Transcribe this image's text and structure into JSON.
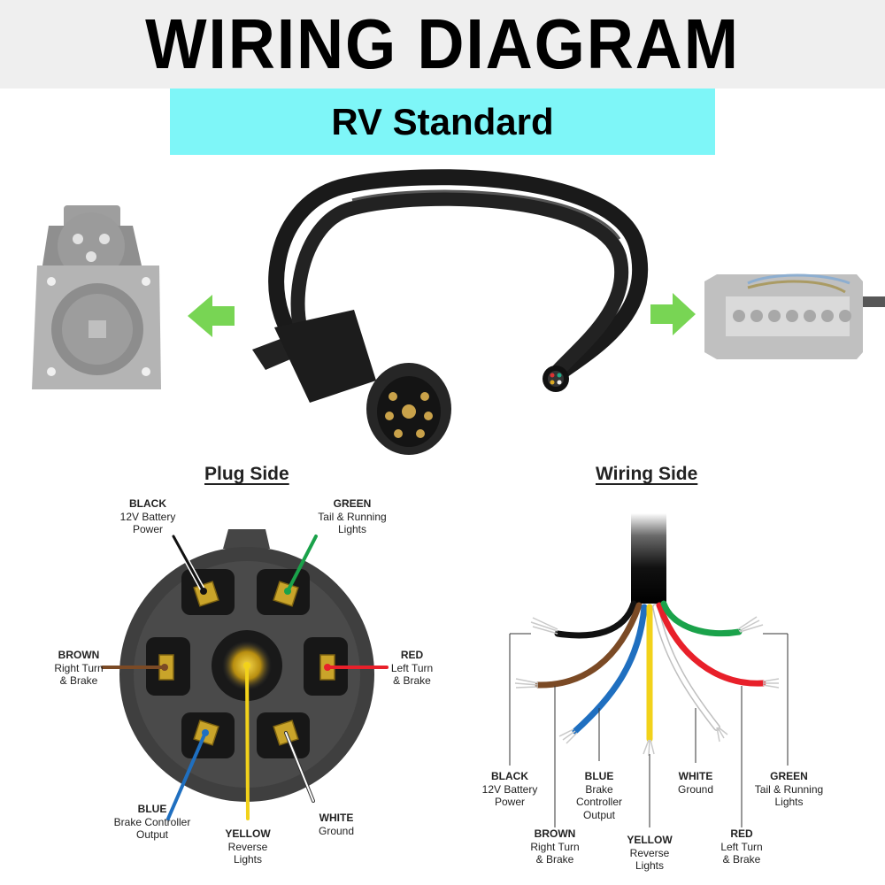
{
  "header": {
    "title": "WIRING DIAGRAM",
    "subtitle": "RV Standard"
  },
  "colors": {
    "subtitle_bg": "#7ef6f8",
    "arrow": "#6ed24b",
    "black": "#111111",
    "green": "#1aa24a",
    "brown": "#7b4a25",
    "red": "#e8202a",
    "blue": "#1f6fc0",
    "yellow": "#f2d21a",
    "white": "#ffffff"
  },
  "plug_side": {
    "heading": "Plug Side",
    "pins": {
      "black": {
        "name": "BLACK",
        "desc": [
          "12V Battery",
          "Power"
        ]
      },
      "green": {
        "name": "GREEN",
        "desc": [
          "Tail & Running",
          "Lights"
        ]
      },
      "brown": {
        "name": "BROWN",
        "desc": [
          "Right Turn",
          "& Brake"
        ]
      },
      "red": {
        "name": "RED",
        "desc": [
          "Left Turn",
          "& Brake"
        ]
      },
      "blue": {
        "name": "BLUE",
        "desc": [
          "Brake Controller",
          "Output"
        ]
      },
      "yellow": {
        "name": "YELLOW",
        "desc": [
          "Reverse",
          "Lights"
        ]
      },
      "white": {
        "name": "WHITE",
        "desc": [
          "Ground"
        ]
      }
    }
  },
  "wiring_side": {
    "heading": "Wiring Side",
    "wires": {
      "black": {
        "name": "BLACK",
        "desc": [
          "12V Battery",
          "Power"
        ]
      },
      "brown": {
        "name": "BROWN",
        "desc": [
          "Right Turn",
          "& Brake"
        ]
      },
      "blue": {
        "name": "BLUE",
        "desc": [
          "Brake",
          "Controller",
          "Output"
        ]
      },
      "yellow": {
        "name": "YELLOW",
        "desc": [
          "Reverse",
          "Lights"
        ]
      },
      "white": {
        "name": "WHITE",
        "desc": [
          "Ground"
        ]
      },
      "red": {
        "name": "RED",
        "desc": [
          "Left Turn",
          "& Brake"
        ]
      },
      "green": {
        "name": "GREEN",
        "desc": [
          "Tail & Running",
          "Lights"
        ]
      }
    }
  }
}
